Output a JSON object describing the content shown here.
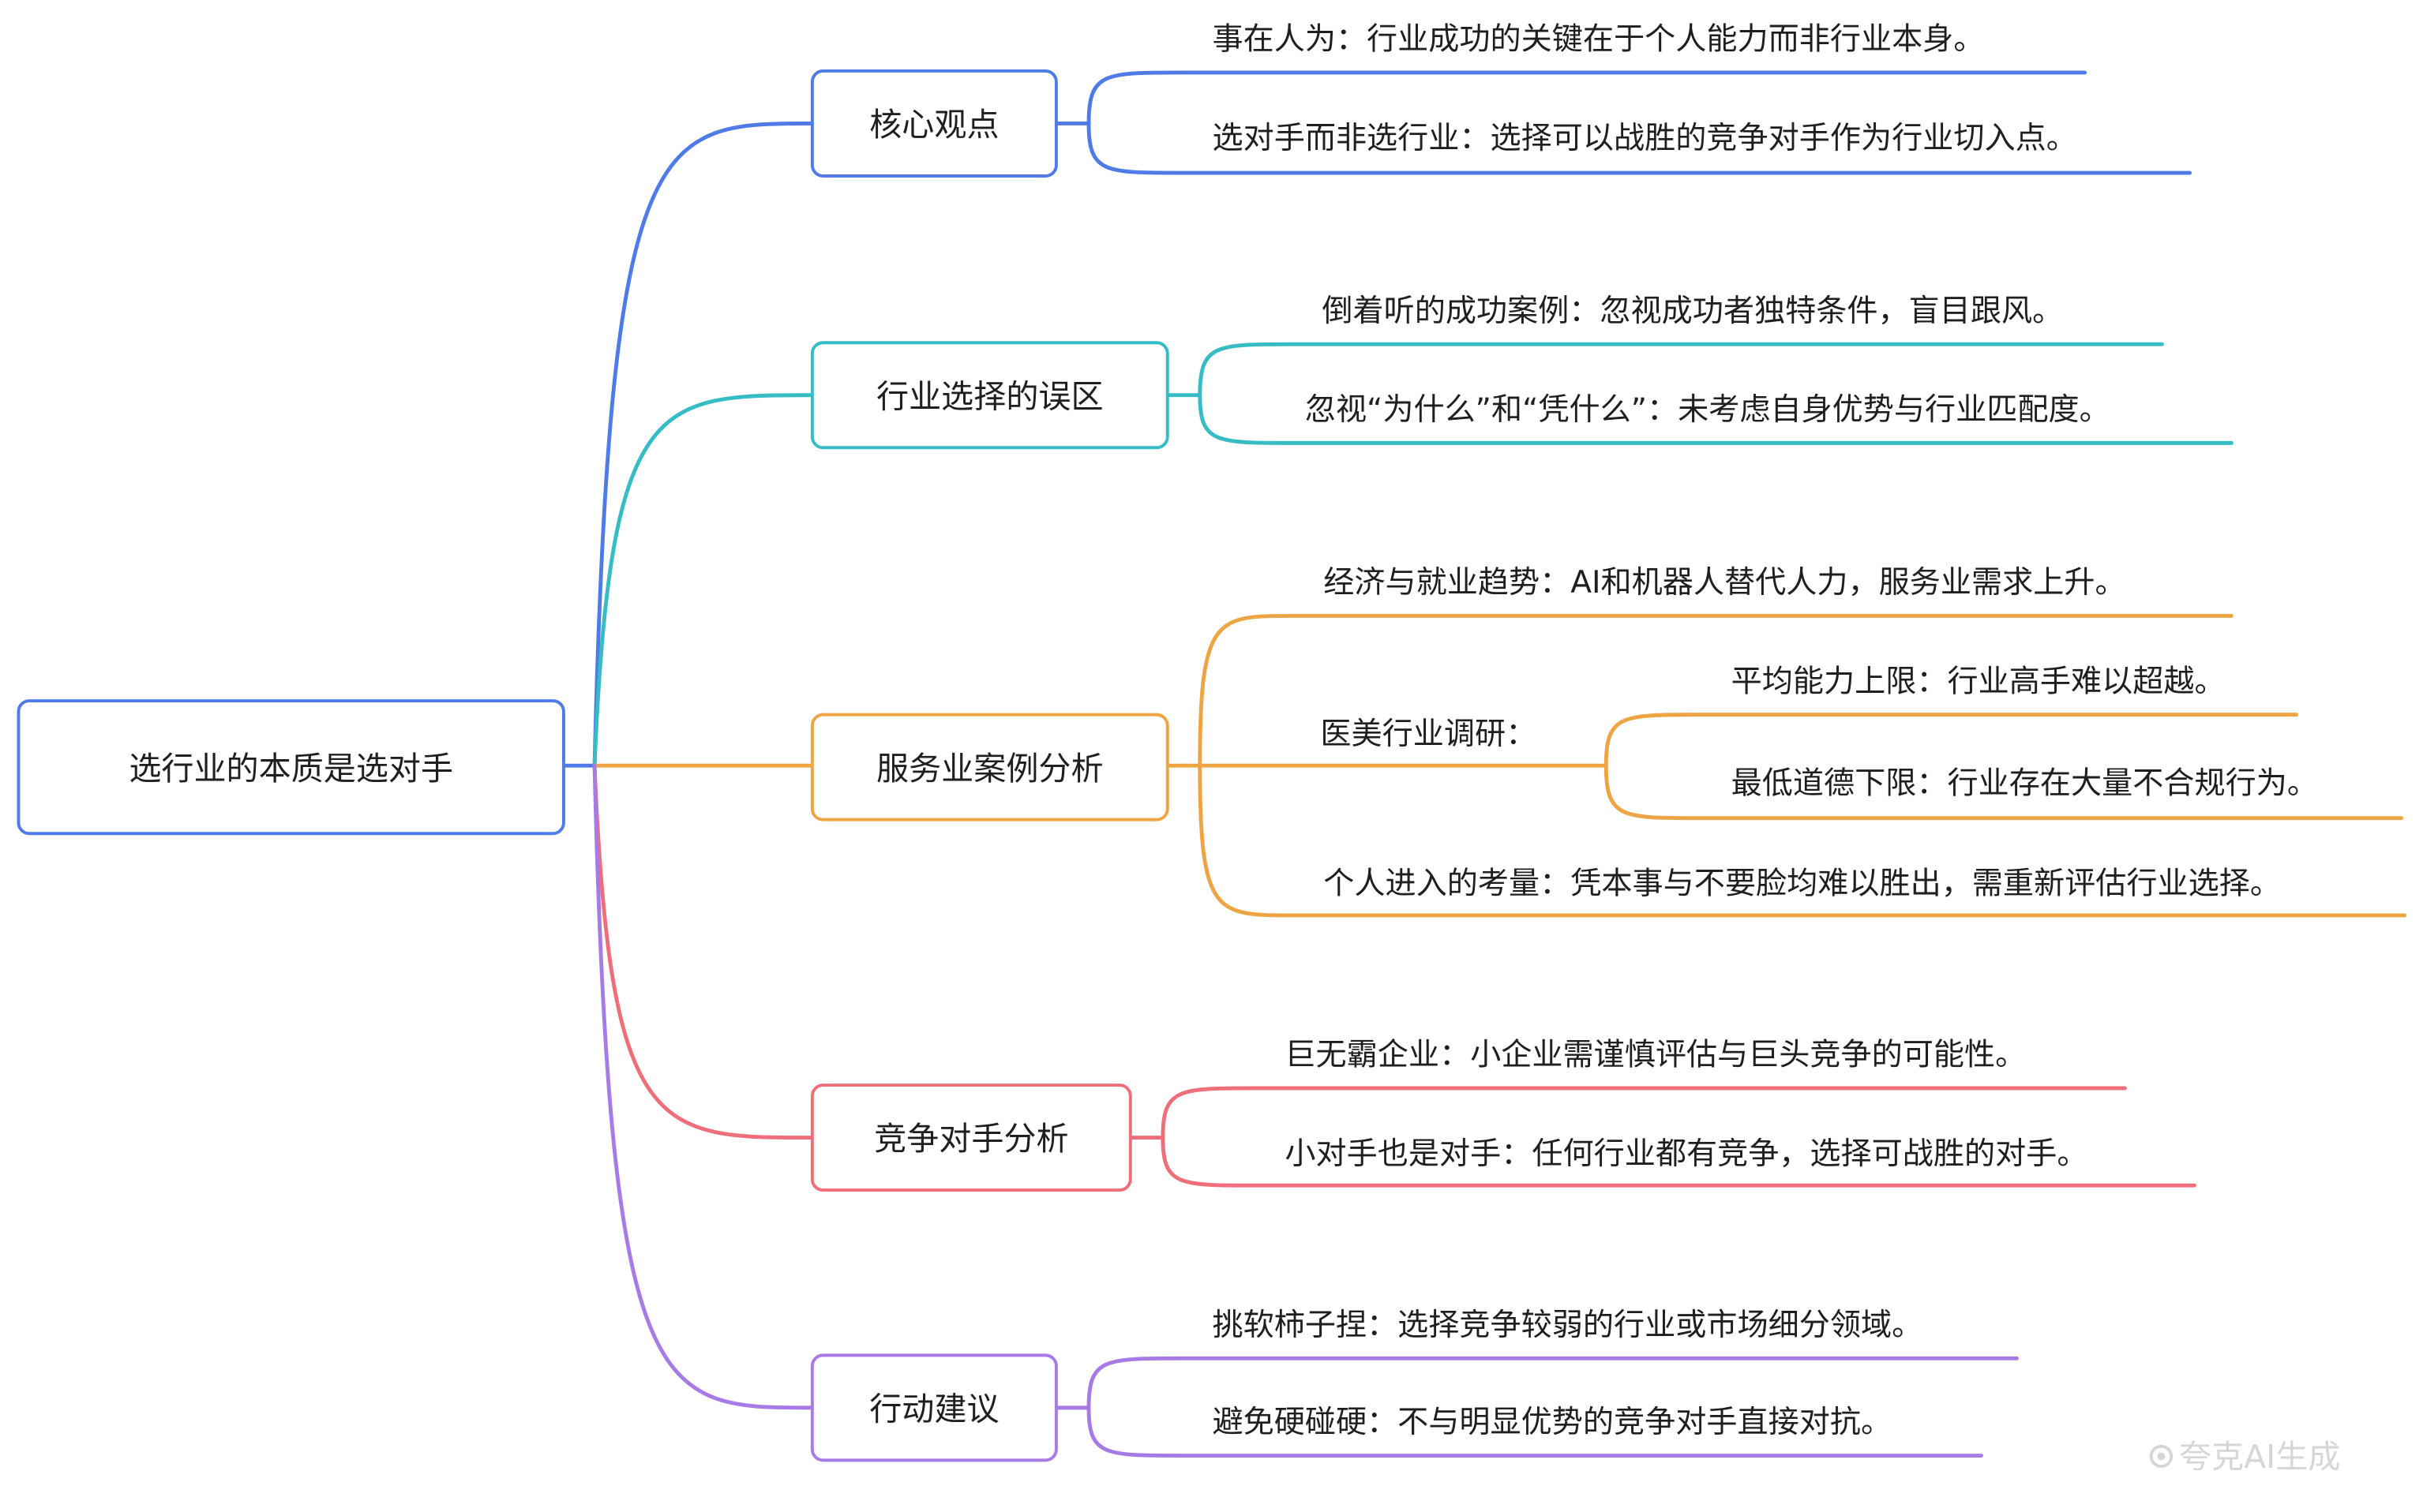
{
  "root": {
    "label": "选行业的本质是选对手",
    "color": "#4e7be6"
  },
  "branches": [
    {
      "label": "核心观点",
      "color": "#4e7be6",
      "children": [
        {
          "label": "事在人为：行业成功的关键在于个人能力而非行业本身。"
        },
        {
          "label": "选对手而非选行业：选择可以战胜的竞争对手作为行业切入点。"
        }
      ]
    },
    {
      "label": "行业选择的误区",
      "color": "#35bcc4",
      "children": [
        {
          "label": "倒着听的成功案例：忽视成功者独特条件，盲目跟风。"
        },
        {
          "label": "忽视“为什么”和“凭什么”：未考虑自身优势与行业匹配度。"
        }
      ]
    },
    {
      "label": "服务业案例分析",
      "color": "#eda544",
      "children": [
        {
          "label": "经济与就业趋势：AI和机器人替代人力，服务业需求上升。"
        },
        {
          "label": "医美行业调研：",
          "children": [
            {
              "label": "平均能力上限：行业高手难以超越。"
            },
            {
              "label": "最低道德下限：行业存在大量不合规行为。"
            }
          ]
        },
        {
          "label": "个人进入的考量：凭本事与不要脸均难以胜出，需重新评估行业选择。"
        }
      ]
    },
    {
      "label": "竞争对手分析",
      "color": "#ee6f7a",
      "children": [
        {
          "label": "巨无霸企业：小企业需谨慎评估与巨头竞争的可能性。"
        },
        {
          "label": "小对手也是对手：任何行业都有竞争，选择可战胜的对手。"
        }
      ]
    },
    {
      "label": "行动建议",
      "color": "#a77be6",
      "children": [
        {
          "label": "挑软柿子捏：选择竞争较弱的行业或市场细分领域。"
        },
        {
          "label": "避免硬碰硬：不与明显优势的竞争对手直接对抗。"
        }
      ]
    }
  ],
  "watermark": {
    "text": "夸克AI生成",
    "icon": "quark-logo-icon"
  }
}
